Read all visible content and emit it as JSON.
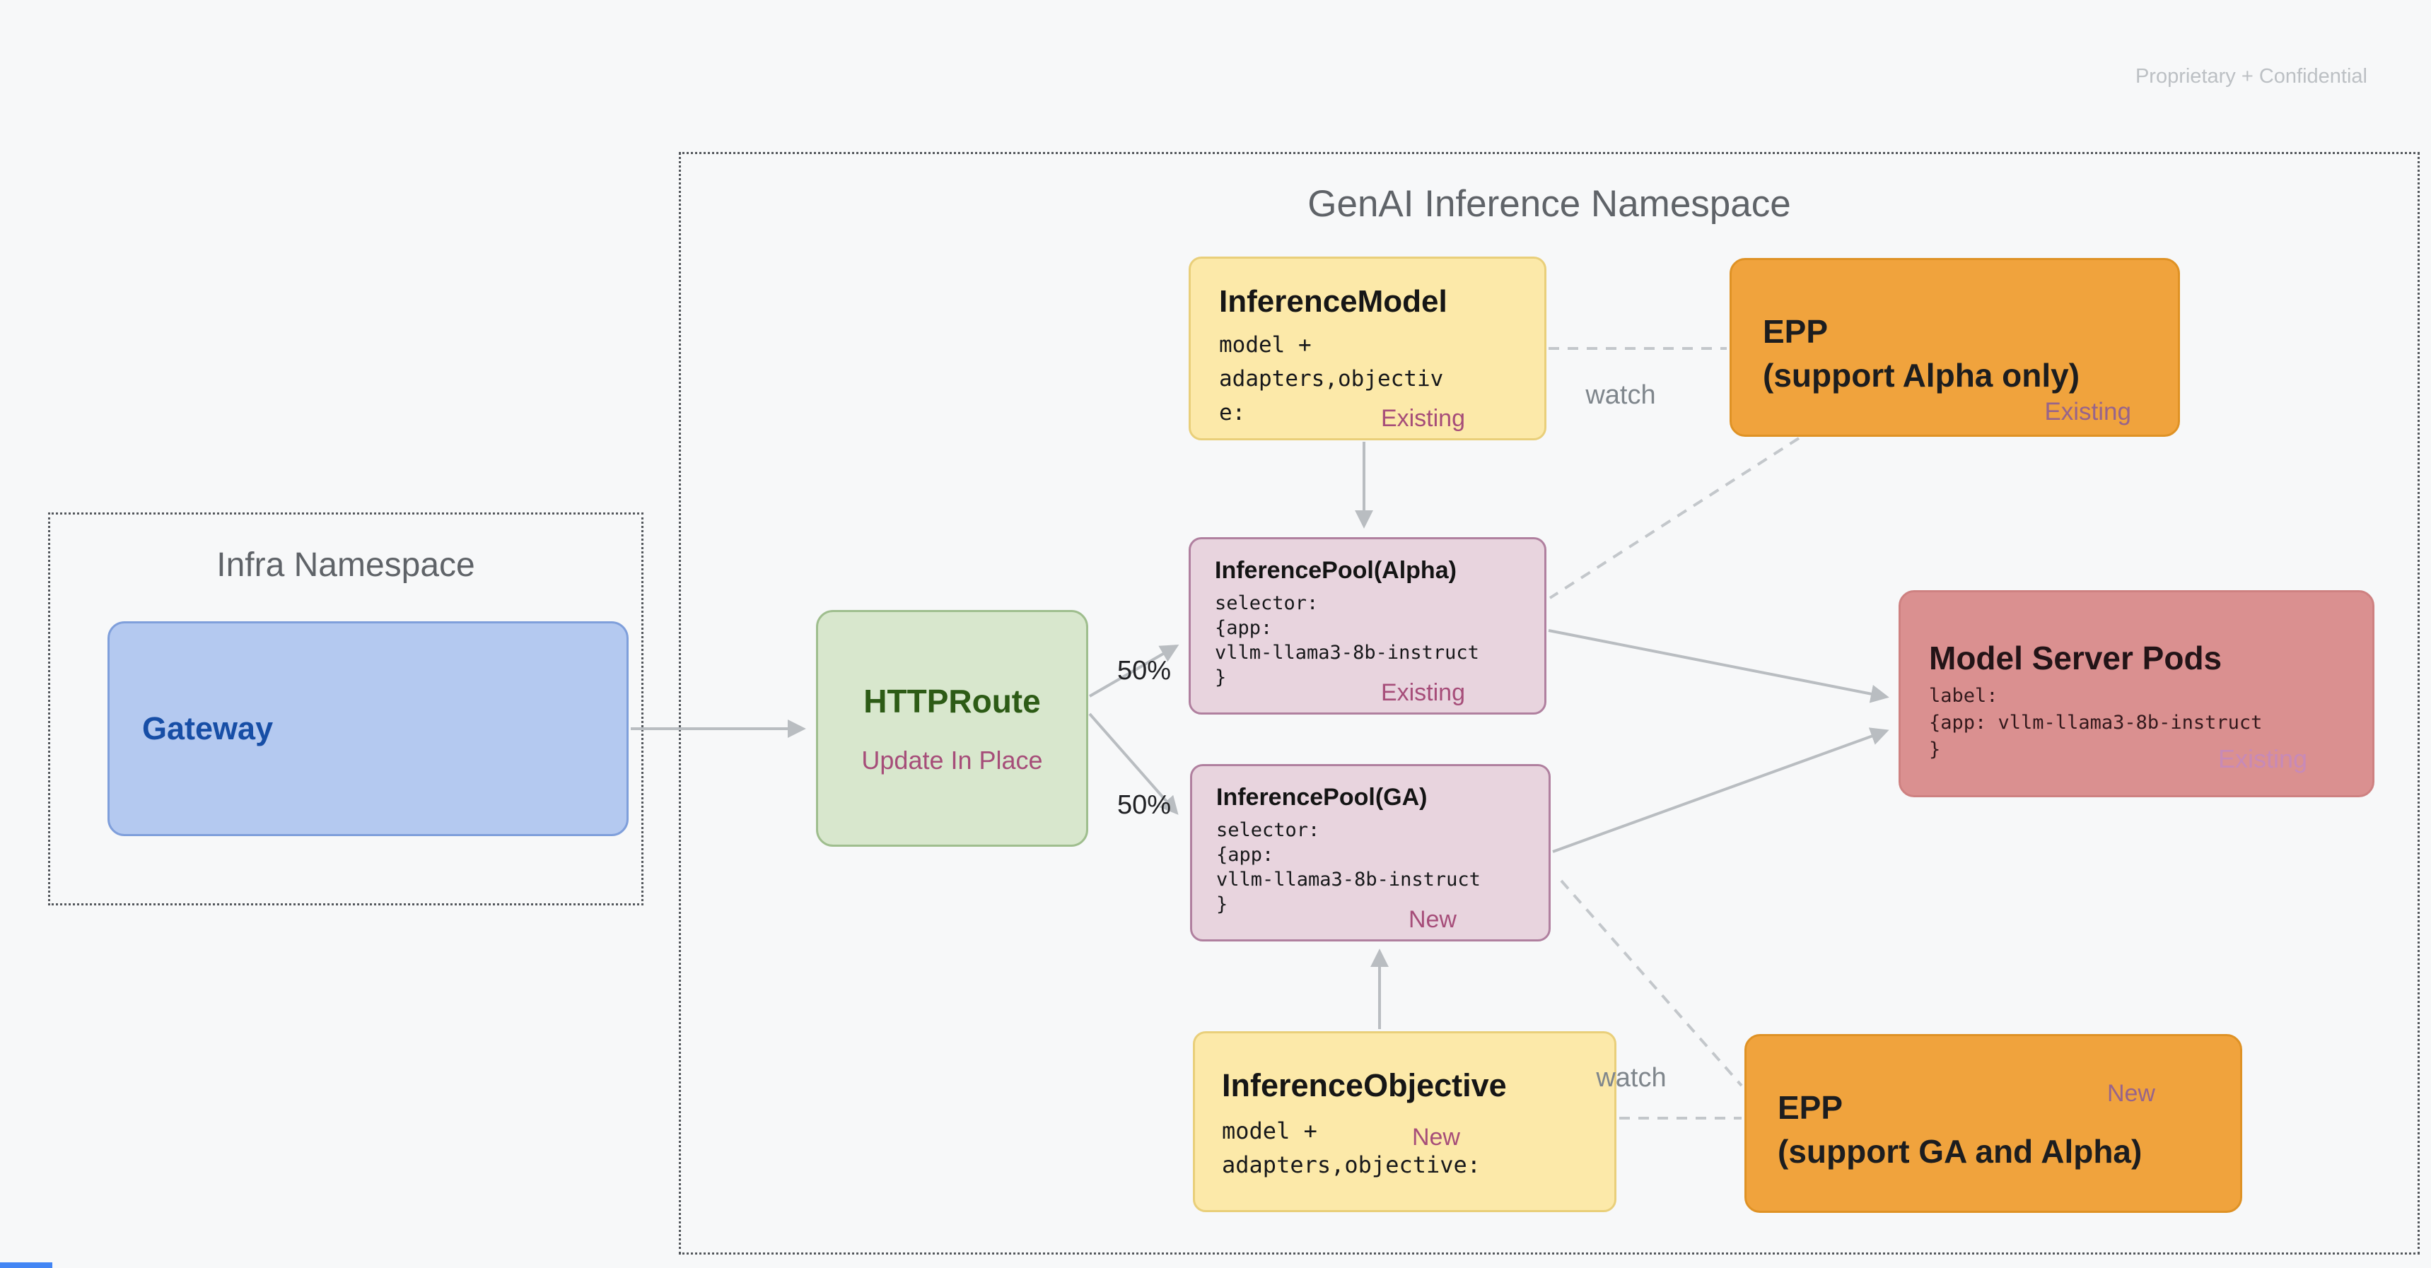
{
  "meta": {
    "confidential": "Proprietary + Confidential"
  },
  "colors": {
    "status_accent": "#a64d79",
    "arrow_gray": "#b9bdc1",
    "gateway_fill": "#b4c9f0",
    "httproute_fill": "#d8e7cd",
    "yellow_fill": "#fce9a9",
    "epp_fill": "#f0a33d",
    "pool_fill": "#e8d4de",
    "pods_fill": "#da9090"
  },
  "infra_namespace": {
    "title": "Infra Namespace",
    "gateway": {
      "title": "Gateway"
    }
  },
  "genai_namespace": {
    "title": "GenAI Inference Namespace",
    "httproute": {
      "title": "HTTPRoute",
      "subtitle": "Update In Place"
    },
    "inference_model": {
      "title": "InferenceModel",
      "code": "model +\nadapters,objectiv\ne:",
      "status": "Existing"
    },
    "epp_alpha": {
      "title": "EPP\n(support Alpha only)",
      "status": "Existing"
    },
    "pool_alpha": {
      "title": "InferencePool(Alpha)",
      "code": "selector:\n{app:\nvllm-llama3-8b-instruct\n}",
      "status": "Existing"
    },
    "pool_ga": {
      "title": "InferencePool(GA)",
      "code": "selector:\n{app:\nvllm-llama3-8b-instruct\n}",
      "status": "New"
    },
    "model_server_pods": {
      "title": "Model Server Pods",
      "code": "label:\n{app: vllm-llama3-8b-instruct\n}",
      "status": "Existing"
    },
    "inference_objective": {
      "title": "InferenceObjective",
      "code": "model +\nadapters,objective:",
      "status": "New"
    },
    "epp_ga": {
      "title": "EPP\n(support GA and Alpha)",
      "status": "New"
    }
  },
  "edges": {
    "route_split_alpha": "50%",
    "route_split_ga": "50%",
    "watch_alpha": "watch",
    "watch_ga": "watch"
  }
}
